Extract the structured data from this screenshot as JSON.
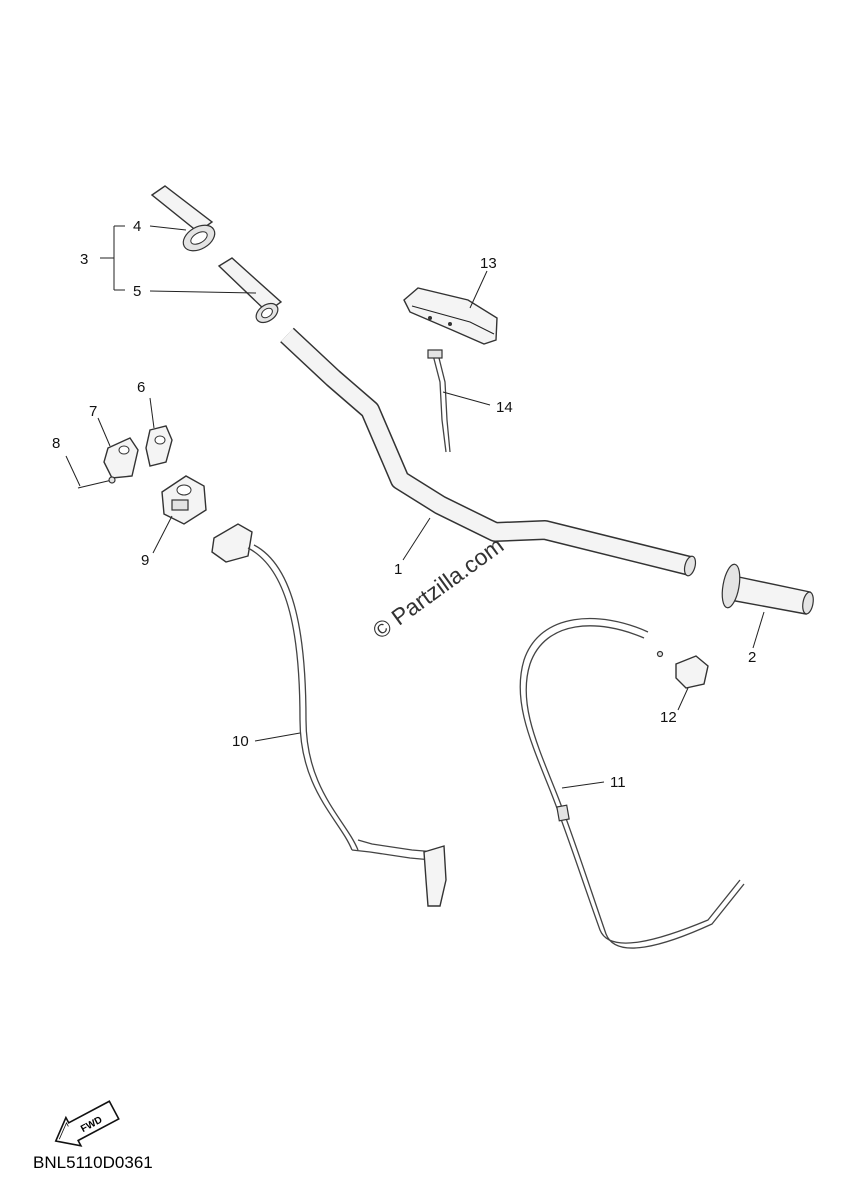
{
  "callouts": [
    {
      "id": "1",
      "label": "1"
    },
    {
      "id": "2",
      "label": "2"
    },
    {
      "id": "3",
      "label": "3"
    },
    {
      "id": "4",
      "label": "4"
    },
    {
      "id": "5",
      "label": "5"
    },
    {
      "id": "6",
      "label": "6"
    },
    {
      "id": "7",
      "label": "7"
    },
    {
      "id": "8",
      "label": "8"
    },
    {
      "id": "9",
      "label": "9"
    },
    {
      "id": "10",
      "label": "10"
    },
    {
      "id": "11",
      "label": "11"
    },
    {
      "id": "12",
      "label": "12"
    },
    {
      "id": "13",
      "label": "13"
    },
    {
      "id": "14",
      "label": "14"
    }
  ],
  "watermark": "© Partzilla.com",
  "fwd_label": "FWD",
  "diagram_code": "BNL5110D0361",
  "colors": {
    "line": "#333333",
    "fill": "#f4f4f4",
    "text": "#111111"
  }
}
